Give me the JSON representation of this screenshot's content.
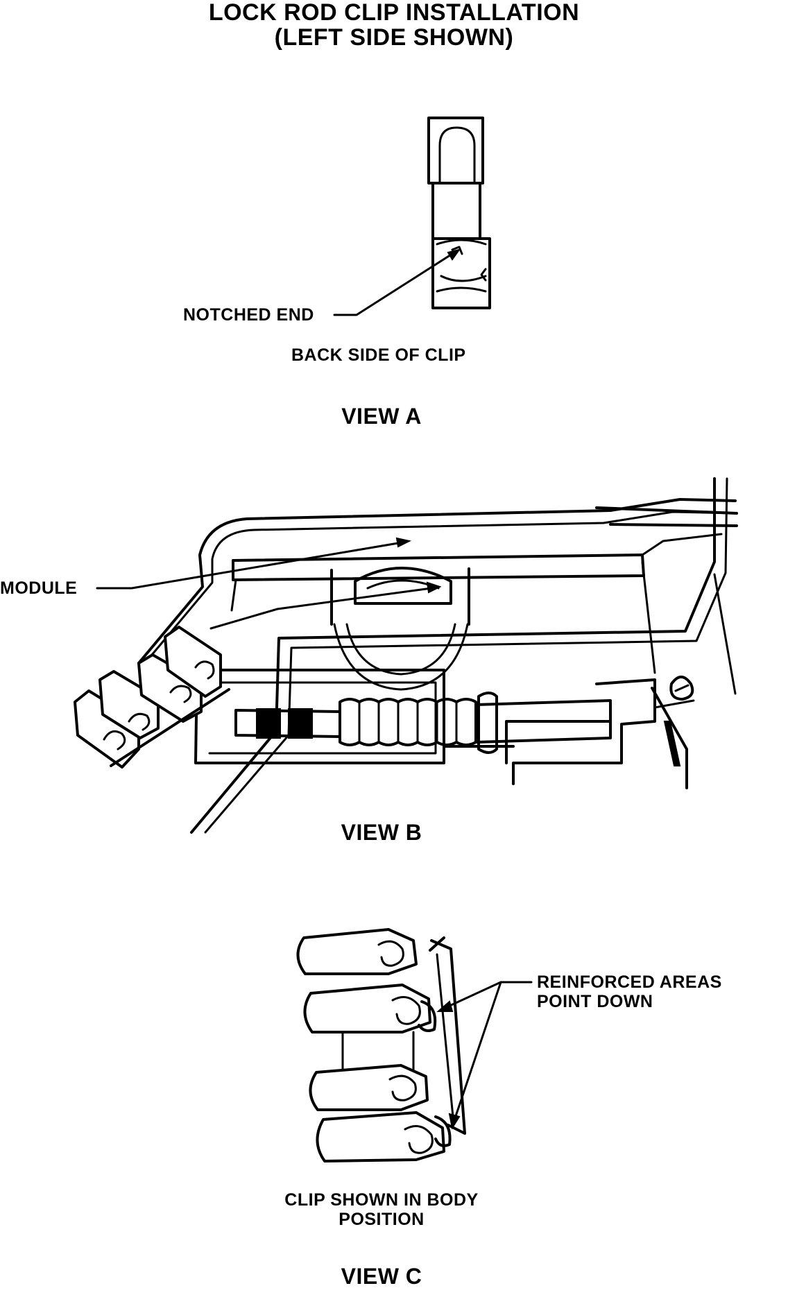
{
  "title": {
    "line1": "LOCK ROD CLIP INSTALLATION",
    "line2": "(LEFT SIDE SHOWN)"
  },
  "view_a": {
    "callout": "NOTCHED END",
    "caption": "BACK SIDE OF CLIP",
    "label": "VIEW A"
  },
  "view_b": {
    "callout": "MODULE",
    "label": "VIEW B"
  },
  "view_c": {
    "callout_line1": "REINFORCED AREAS",
    "callout_line2": "POINT DOWN",
    "caption_line1": "CLIP SHOWN IN BODY",
    "caption_line2": "POSITION",
    "label": "VIEW C"
  }
}
